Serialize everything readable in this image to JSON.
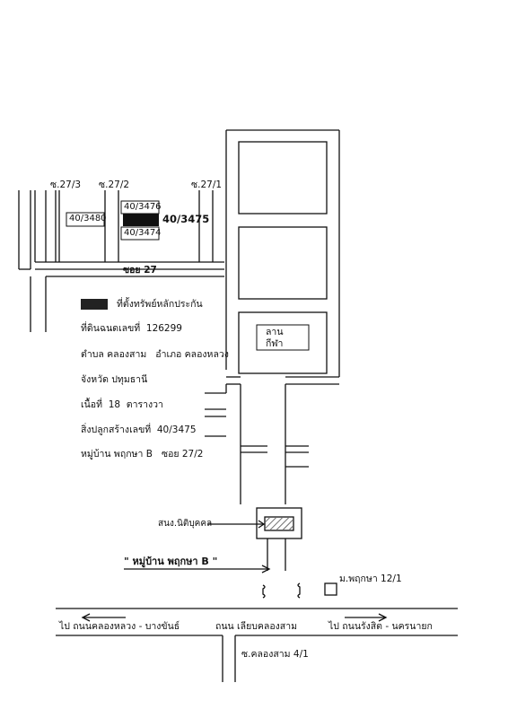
{
  "soi_labels": {
    "soi_27_3": "ซ.27/3",
    "soi_27_2": "ซ.27/2",
    "soi_27_1": "ซ.27/1",
    "soi_27": "ซอย 27"
  },
  "plots": {
    "plot_3480": "40/3480",
    "plot_3476": "40/3476",
    "plot_3474": "40/3474",
    "plot_3475": "40/3475"
  },
  "legend": {
    "marker_label": "ที่ตั้งทรัพย์หลักประกัน"
  },
  "info": {
    "deed_label": "ที่ดินฉนดเลขที่",
    "deed_no": "126299",
    "subdistrict": "ตำบล คลองสาม",
    "district": "อำเภอ คลองหลวง",
    "province": "จังหวัด ปทุมธานี",
    "area_label": "เนื้อที่",
    "area_value": "18",
    "area_unit": "ตารางวา",
    "building_label": "สิ่งปลูกสร้างเลขที่",
    "building_no": "40/3475",
    "village": "หมู่บ้าน พฤกษา B",
    "soi": "ซอย 27/2"
  },
  "landmarks": {
    "playground_line1": "ลาน",
    "playground_line2": "กีฬา",
    "juristic_office": "สนง.นิติบุคคล",
    "village_entrance": "\" หมู่บ้าน พฤกษา B \"",
    "moo_pruksa": "ม.พฤกษา 12/1",
    "road_left": "ไป ถนนคลองหลวง - บางขันธ์",
    "road_main": "ถนน เลียบคลองสาม",
    "road_right": "ไป ถนนรังสิต - นครนายก",
    "soi_khlongsam": "ซ.คลองสาม 4/1"
  }
}
